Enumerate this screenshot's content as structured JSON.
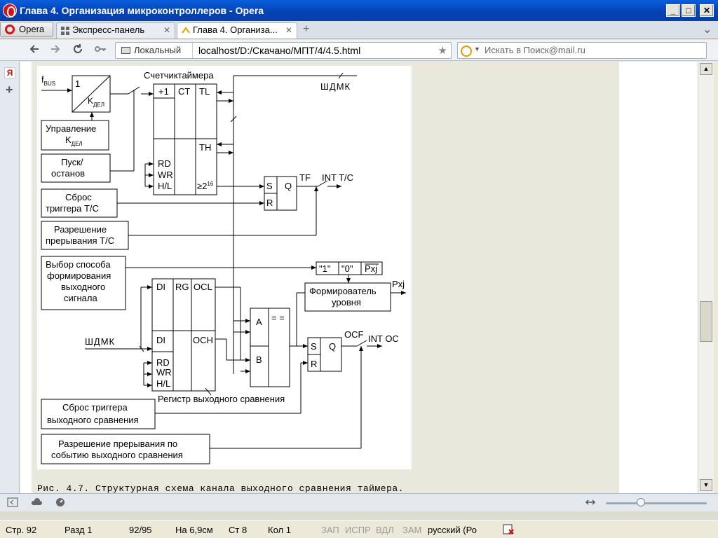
{
  "window": {
    "title": "Глава 4. Организация микроконтроллеров - Opera",
    "min_label": "_",
    "max_label": "□",
    "close_label": "✕"
  },
  "tabs": {
    "menu_label": "Opera",
    "items": [
      {
        "label": "Экспресс-панель",
        "close": "✕"
      },
      {
        "label": "Глава 4. Организа...",
        "close": "✕"
      }
    ],
    "new_tab_label": "+",
    "dropdown_label": "⌄"
  },
  "address": {
    "location_label": "Локальный",
    "url": "localhost/D:/Скачано/МПТ/4/4.5.html",
    "search_placeholder": "Искать в Поиск@mail.ru"
  },
  "diagram": {
    "labels": {
      "fbus": "f",
      "fbus_sub": "BUS",
      "div_one": "1",
      "div_k": "K",
      "div_k_sub": "ДЕЛ",
      "counter_title": "Счетчиктаймера",
      "plus1": "+1",
      "ct": "CT",
      "tl": "TL",
      "th": "TH",
      "rd1": "RD",
      "wr1": "WR",
      "hl1": "H/L",
      "ge2": "≥2",
      "ge2_sup": "16",
      "shdmk_top": "ШДМК",
      "s1": "S",
      "q1": "Q",
      "r1": "R",
      "tf": "TF",
      "int_tc": "INT T/C",
      "ctrl_line1": "Управление",
      "ctrl_line2": "K",
      "ctrl_line2_sub": "ДЕЛ",
      "start_line1": "Пуск/",
      "start_line2": "останов",
      "reset_tc_line1": "Сброс",
      "reset_tc_line2": "триггера T/C",
      "enable_tc_line1": "Разрешение",
      "enable_tc_line2": "прерывания T/C",
      "select_line1": "Выбор способа",
      "select_line2": "формирования",
      "select_line3": "выходного",
      "select_line4": "сигнала",
      "opt1": "\"1\"",
      "opt0": "\"0\"",
      "optpxj": "Pxj",
      "former_line1": "Формирователь",
      "former_line2": "уровня",
      "pxj_out": "Pxj",
      "di1": "DI",
      "rg": "RG",
      "ocl": "OCL",
      "och": "OCH",
      "di2": "DI",
      "shdmk_bottom": "ШДМК",
      "rd2": "RD",
      "wr2": "WR",
      "hl2": "H/L",
      "cmp_a": "A",
      "cmp_eq": "= =",
      "cmp_b": "B",
      "s2": "S",
      "q2": "Q",
      "r2": "R",
      "ocf": "OCF",
      "int_oc": "INT OC",
      "reg_caption": "Регистр выходного сравнения",
      "reset_oc_line1": "Сброс триггера",
      "reset_oc_line2": "выходного сравнения",
      "enable_oc_line1": "Разрешение прерывания по",
      "enable_oc_line2": "событию выходного сравнения"
    }
  },
  "caption": "Рис. 4.7.  Структурная схема канала выходного сравнения таймера.",
  "wordstatus": {
    "page": "Стр. 92",
    "section": "Разд 1",
    "pages": "92/95",
    "at": "На 6,9см",
    "line": "Ст 8",
    "col": "Кол 1",
    "rec": "ЗАП",
    "trk": "ИСПР",
    "ext": "ВДЛ",
    "ovr": "ЗАМ",
    "lang": "русский (Ро"
  }
}
